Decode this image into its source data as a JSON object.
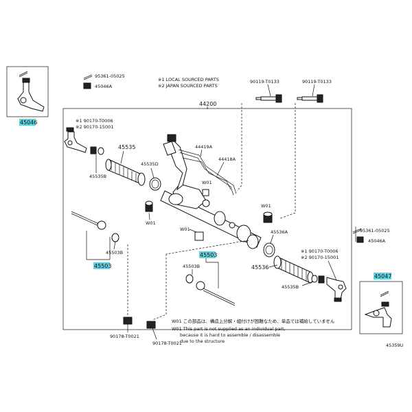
{
  "labels": {
    "p45046": "45046",
    "p45047": "45047",
    "p45046a_l": "45046A",
    "p45046a_r": "45046A",
    "p95361_l": "95361-05025",
    "p95361_r": "95361-05025",
    "p90119_a": "90119-T0133",
    "p90119_b": "90119-T0133",
    "p44200": "44200",
    "p190170_l": "※1 90170-T0006",
    "p290170_l": "※2 90170-15001",
    "p190170_r": "※1 90170-T0006",
    "p290170_r": "※2 90170-15001",
    "p45535": "45535",
    "p45535b_l": "45535B",
    "p45535b_r": "45535B",
    "p45535d": "45535D",
    "p44419a": "44419A",
    "p44418a": "44418A",
    "w01_a": "W01",
    "w01_b": "W01",
    "w01_c": "W01",
    "w01_d": "W01",
    "p45503_l": "45503",
    "p45503_r": "45503",
    "p45503b_l": "45503B",
    "p45503b_r": "45503B",
    "p45536": "45536",
    "p45536a": "45536A",
    "p90178_a": "90178-T0021",
    "p90178_b": "90178-T0021",
    "fig_code": "45359U"
  },
  "legend": {
    "line1": "※1 LOCAL SOURCED PARTS",
    "line2": "※2 JAPAN SOURCED PARTS"
  },
  "footnote": {
    "jp": "W01 この部品は、構造上分解・組付けが困難なため、単品では補給していません",
    "en1": "W01 This part is not supplied as an individual part,",
    "en2": "because it is hard to assemble / disassemble",
    "en3": "due to the structure"
  },
  "colors": {
    "highlight": "#5fd3e0",
    "ink": "#111111"
  }
}
